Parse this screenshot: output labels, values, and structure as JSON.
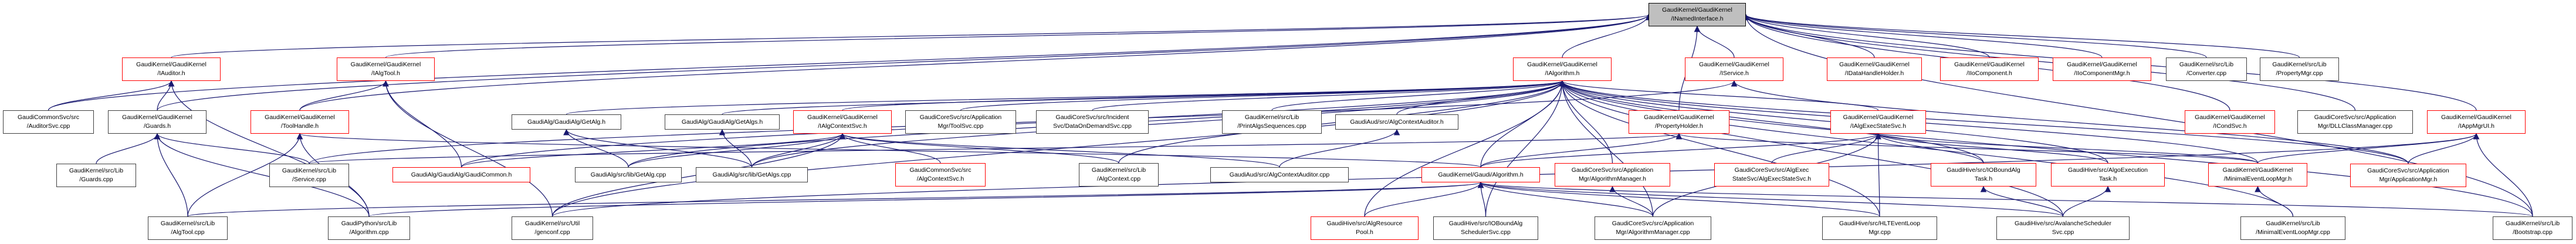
{
  "graph": {
    "title": "GaudiKernel/GaudiKernel/INamedInterface.h",
    "colors": {
      "edge": "#191970",
      "incomplete_border": "#ff0000",
      "normal_border": "#404040",
      "root_fill": "#bfbfbf"
    },
    "nodes": [
      {
        "id": "root",
        "label": "GaudiKernel/GaudiKernel\n/INamedInterface.h",
        "style": "root"
      },
      {
        "id": "IAuditor",
        "label": "GaudiKernel/GaudiKernel\n/IAuditor.h",
        "style": "red"
      },
      {
        "id": "IAlgTool",
        "label": "GaudiKernel/GaudiKernel\n/IAlgTool.h",
        "style": "red"
      },
      {
        "id": "IAlgorithm",
        "label": "GaudiKernel/GaudiKernel\n/IAlgorithm.h",
        "style": "red"
      },
      {
        "id": "IService",
        "label": "GaudiKernel/GaudiKernel\n/IService.h",
        "style": "red"
      },
      {
        "id": "IDataHandleHolder",
        "label": "GaudiKernel/GaudiKernel\n/IDataHandleHolder.h",
        "style": "red"
      },
      {
        "id": "IIoComponent",
        "label": "GaudiKernel/GaudiKernel\n/IIoComponent.h",
        "style": "red"
      },
      {
        "id": "IIoComponentMgr",
        "label": "GaudiKernel/GaudiKernel\n/IIoComponentMgr.h",
        "style": "red"
      },
      {
        "id": "Converter",
        "label": "GaudiKernel/src/Lib\n/Converter.cpp",
        "style": "normal"
      },
      {
        "id": "PropertyMgr",
        "label": "GaudiKernel/src/Lib\n/PropertyMgr.cpp",
        "style": "normal"
      },
      {
        "id": "AuditorSvc",
        "label": "GaudiCommonSvc/src\n/AuditorSvc.cpp",
        "style": "normal"
      },
      {
        "id": "Guards",
        "label": "GaudiKernel/GaudiKernel\n/Guards.h",
        "style": "normal"
      },
      {
        "id": "ToolHandle",
        "label": "GaudiKernel/GaudiKernel\n/ToolHandle.h",
        "style": "red"
      },
      {
        "id": "GetAlgH",
        "label": "GaudiAlg/GaudiAlg/GetAlg.h",
        "style": "normal"
      },
      {
        "id": "GetAlgsH",
        "label": "GaudiAlg/GaudiAlg/GetAlgs.h",
        "style": "normal"
      },
      {
        "id": "IAlgContextSvc",
        "label": "GaudiKernel/GaudiKernel\n/IAlgContextSvc.h",
        "style": "red"
      },
      {
        "id": "ToolSvc",
        "label": "GaudiCoreSvc/src/Application\nMgr/ToolSvc.cpp",
        "style": "normal"
      },
      {
        "id": "DataOnDemandSvc",
        "label": "GaudiCoreSvc/src/Incident\nSvc/DataOnDemandSvc.cpp",
        "style": "normal"
      },
      {
        "id": "PrintAlgsSequences",
        "label": "GaudiKernel/src/Lib\n/PrintAlgsSequences.cpp",
        "style": "normal"
      },
      {
        "id": "AlgContextAuditorH",
        "label": "GaudiAud/src/AlgContextAuditor.h",
        "style": "normal"
      },
      {
        "id": "PropertyHolder",
        "label": "GaudiKernel/GaudiKernel\n/PropertyHolder.h",
        "style": "red"
      },
      {
        "id": "IAlgExecStateSvc",
        "label": "GaudiKernel/GaudiKernel\n/IAlgExecStateSvc.h",
        "style": "red"
      },
      {
        "id": "ICondSvc",
        "label": "GaudiKernel/GaudiKernel\n/ICondSvc.h",
        "style": "red"
      },
      {
        "id": "DLLClassManager",
        "label": "GaudiCoreSvc/src/Application\nMgr/DLLClassManager.cpp",
        "style": "normal"
      },
      {
        "id": "IAppMgrUI",
        "label": "GaudiKernel/GaudiKernel\n/IAppMgrUI.h",
        "style": "red"
      },
      {
        "id": "GuardsCpp",
        "label": "GaudiKernel/src/Lib\n/Guards.cpp",
        "style": "normal"
      },
      {
        "id": "ServiceCpp",
        "label": "GaudiKernel/src/Lib\n/Service.cpp",
        "style": "normal"
      },
      {
        "id": "GaudiCommon",
        "label": "GaudiAlg/GaudiAlg/GaudiCommon.h",
        "style": "red"
      },
      {
        "id": "GetAlgCpp",
        "label": "GaudiAlg/src/lib/GetAlg.cpp",
        "style": "normal"
      },
      {
        "id": "GetAlgsCpp",
        "label": "GaudiAlg/src/lib/GetAlgs.cpp",
        "style": "normal"
      },
      {
        "id": "AlgContextSvcH",
        "label": "GaudiCommonSvc/src\n/AlgContextSvc.h",
        "style": "red"
      },
      {
        "id": "AlgContextCpp",
        "label": "GaudiKernel/src/Lib\n/AlgContext.cpp",
        "style": "normal"
      },
      {
        "id": "AlgContextAuditorCpp",
        "label": "GaudiAud/src/AlgContextAuditor.cpp",
        "style": "normal"
      },
      {
        "id": "GaudiAlgorithmH",
        "label": "GaudiKernel/Gaudi/Algorithm.h",
        "style": "red"
      },
      {
        "id": "AlgorithmManagerH",
        "label": "GaudiCoreSvc/src/Application\nMgr/AlgorithmManager.h",
        "style": "red"
      },
      {
        "id": "AlgExecStateSvcH",
        "label": "GaudiCoreSvc/src/AlgExec\nStateSvc/AlgExecStateSvc.h",
        "style": "red"
      },
      {
        "id": "IOBoundAlgTask",
        "label": "GaudiHive/src/IOBoundAlg\nTask.h",
        "style": "red"
      },
      {
        "id": "AlgoExecutionTask",
        "label": "GaudiHive/src/AlgoExecution\nTask.h",
        "style": "red"
      },
      {
        "id": "MinimalEventLoopMgrH",
        "label": "GaudiKernel/GaudiKernel\n/MinimalEventLoopMgr.h",
        "style": "red"
      },
      {
        "id": "ApplicationMgrH",
        "label": "GaudiCoreSvc/src/Application\nMgr/ApplicationMgr.h",
        "style": "red"
      },
      {
        "id": "AlgToolCpp",
        "label": "GaudiKernel/src/Lib\n/AlgTool.cpp",
        "style": "normal"
      },
      {
        "id": "PyAlgorithmCpp",
        "label": "GaudiPython/src/Lib\n/Algorithm.cpp",
        "style": "normal"
      },
      {
        "id": "genconf",
        "label": "GaudiKernel/src/Util\n/genconf.cpp",
        "style": "normal"
      },
      {
        "id": "AlgResourcePool",
        "label": "GaudiHive/src/AlgResource\nPool.h",
        "style": "red"
      },
      {
        "id": "IOBoundAlgSchedulerSvc",
        "label": "GaudiHive/src/IOBoundAlg\nSchedulerSvc.cpp",
        "style": "normal"
      },
      {
        "id": "AlgorithmManagerCpp",
        "label": "GaudiCoreSvc/src/Application\nMgr/AlgorithmManager.cpp",
        "style": "normal"
      },
      {
        "id": "HLTEventLoopMgr",
        "label": "GaudiHive/src/HLTEventLoop\nMgr.cpp",
        "style": "normal"
      },
      {
        "id": "AvalancheSchedulerSvc",
        "label": "GaudiHive/src/AvalancheScheduler\nSvc.cpp",
        "style": "normal"
      },
      {
        "id": "MinimalEventLoopMgrCpp",
        "label": "GaudiKernel/src/Lib\n/MinimalEventLoopMgr.cpp",
        "style": "normal"
      },
      {
        "id": "Bootstrap",
        "label": "GaudiKernel/src/Lib\n/Bootstrap.cpp",
        "style": "normal"
      }
    ],
    "edges": [
      [
        "IAuditor",
        "root"
      ],
      [
        "IAlgTool",
        "root"
      ],
      [
        "IAlgorithm",
        "root"
      ],
      [
        "IService",
        "root"
      ],
      [
        "IDataHandleHolder",
        "root"
      ],
      [
        "IIoComponent",
        "root"
      ],
      [
        "IIoComponentMgr",
        "root"
      ],
      [
        "Converter",
        "root"
      ],
      [
        "PropertyMgr",
        "root"
      ],
      [
        "AuditorSvc",
        "root"
      ],
      [
        "Guards",
        "root"
      ],
      [
        "ToolHandle",
        "root"
      ],
      [
        "PropertyHolder",
        "root"
      ],
      [
        "ICondSvc",
        "root"
      ],
      [
        "DLLClassManager",
        "root"
      ],
      [
        "IAppMgrUI",
        "root"
      ],
      [
        "Bootstrap",
        "root"
      ],
      [
        "AuditorSvc",
        "IAuditor"
      ],
      [
        "Guards",
        "IAuditor"
      ],
      [
        "PyAlgorithmCpp",
        "IAuditor"
      ],
      [
        "ToolHandle",
        "IAlgTool"
      ],
      [
        "GaudiCommon",
        "IAlgTool"
      ],
      [
        "genconf",
        "IAlgTool"
      ],
      [
        "GuardsCpp",
        "Guards"
      ],
      [
        "ServiceCpp",
        "Guards"
      ],
      [
        "AlgToolCpp",
        "Guards"
      ],
      [
        "PyAlgorithmCpp",
        "Guards"
      ],
      [
        "AlgToolCpp",
        "ToolHandle"
      ],
      [
        "PyAlgorithmCpp",
        "ToolHandle"
      ],
      [
        "GaudiAlgorithmH",
        "ToolHandle"
      ],
      [
        "GetAlgH",
        "IAlgorithm"
      ],
      [
        "GetAlgsH",
        "IAlgorithm"
      ],
      [
        "IAlgContextSvc",
        "IAlgorithm"
      ],
      [
        "ToolSvc",
        "IAlgorithm"
      ],
      [
        "DataOnDemandSvc",
        "IAlgorithm"
      ],
      [
        "PrintAlgsSequences",
        "IAlgorithm"
      ],
      [
        "AlgContextAuditorH",
        "IAlgorithm"
      ],
      [
        "GaudiCommon",
        "IAlgorithm"
      ],
      [
        "GetAlgCpp",
        "IAlgorithm"
      ],
      [
        "GetAlgsCpp",
        "IAlgorithm"
      ],
      [
        "AlgContextCpp",
        "IAlgorithm"
      ],
      [
        "GaudiAlgorithmH",
        "IAlgorithm"
      ],
      [
        "AlgorithmManagerH",
        "IAlgorithm"
      ],
      [
        "IAlgExecStateSvc",
        "IAlgorithm"
      ],
      [
        "IOBoundAlgTask",
        "IAlgorithm"
      ],
      [
        "AlgoExecutionTask",
        "IAlgorithm"
      ],
      [
        "MinimalEventLoopMgrH",
        "IAlgorithm"
      ],
      [
        "ApplicationMgrH",
        "IAlgorithm"
      ],
      [
        "AlgResourcePool",
        "IAlgorithm"
      ],
      [
        "IOBoundAlgSchedulerSvc",
        "IAlgorithm"
      ],
      [
        "AlgorithmManagerCpp",
        "IAlgorithm"
      ],
      [
        "HLTEventLoopMgr",
        "IAlgorithm"
      ],
      [
        "AvalancheSchedulerSvc",
        "IAlgorithm"
      ],
      [
        "MinimalEventLoopMgrCpp",
        "IAlgorithm"
      ],
      [
        "Bootstrap",
        "IAlgorithm"
      ],
      [
        "genconf",
        "IAlgorithm"
      ],
      [
        "ServiceCpp",
        "IService"
      ],
      [
        "ApplicationMgrH",
        "IService"
      ],
      [
        "GetAlgCpp",
        "GetAlgH"
      ],
      [
        "GetAlgsCpp",
        "GetAlgH"
      ],
      [
        "GetAlgsCpp",
        "GetAlgsH"
      ],
      [
        "GaudiCommon",
        "IAlgContextSvc"
      ],
      [
        "GetAlgCpp",
        "IAlgContextSvc"
      ],
      [
        "GetAlgsCpp",
        "IAlgContextSvc"
      ],
      [
        "AlgContextSvcH",
        "IAlgContextSvc"
      ],
      [
        "AlgContextCpp",
        "IAlgContextSvc"
      ],
      [
        "AlgContextAuditorCpp",
        "IAlgContextSvc"
      ],
      [
        "genconf",
        "IAlgContextSvc"
      ],
      [
        "AlgContextAuditorCpp",
        "AlgContextAuditorH"
      ],
      [
        "GaudiAlgorithmH",
        "PropertyHolder"
      ],
      [
        "ServiceCpp",
        "PropertyHolder"
      ],
      [
        "MinimalEventLoopMgrH",
        "PropertyHolder"
      ],
      [
        "GaudiAlgorithmH",
        "IAlgExecStateSvc"
      ],
      [
        "AlgExecStateSvcH",
        "IAlgExecStateSvc"
      ],
      [
        "IOBoundAlgTask",
        "IAlgExecStateSvc"
      ],
      [
        "AlgoExecutionTask",
        "IAlgExecStateSvc"
      ],
      [
        "MinimalEventLoopMgrH",
        "IAlgExecStateSvc"
      ],
      [
        "HLTEventLoopMgr",
        "IAlgExecStateSvc"
      ],
      [
        "AlgorithmManagerCpp",
        "IAlgExecStateSvc"
      ],
      [
        "ApplicationMgrH",
        "IAppMgrUI"
      ],
      [
        "Bootstrap",
        "IAppMgrUI"
      ],
      [
        "MinimalEventLoopMgrH",
        "IAppMgrUI"
      ],
      [
        "genconf",
        "IAppMgrUI"
      ],
      [
        "PyAlgorithmCpp",
        "GaudiAlgorithmH"
      ],
      [
        "AlgToolCpp",
        "GaudiAlgorithmH"
      ],
      [
        "AlgResourcePool",
        "GaudiAlgorithmH"
      ],
      [
        "IOBoundAlgSchedulerSvc",
        "GaudiAlgorithmH"
      ],
      [
        "AlgorithmManagerCpp",
        "GaudiAlgorithmH"
      ],
      [
        "HLTEventLoopMgr",
        "GaudiAlgorithmH"
      ],
      [
        "AvalancheSchedulerSvc",
        "GaudiAlgorithmH"
      ],
      [
        "Bootstrap",
        "GaudiAlgorithmH"
      ],
      [
        "AlgorithmManagerCpp",
        "AlgorithmManagerH"
      ],
      [
        "AvalancheSchedulerSvc",
        "IOBoundAlgTask"
      ],
      [
        "AvalancheSchedulerSvc",
        "AlgoExecutionTask"
      ],
      [
        "MinimalEventLoopMgrCpp",
        "MinimalEventLoopMgrH"
      ]
    ]
  }
}
